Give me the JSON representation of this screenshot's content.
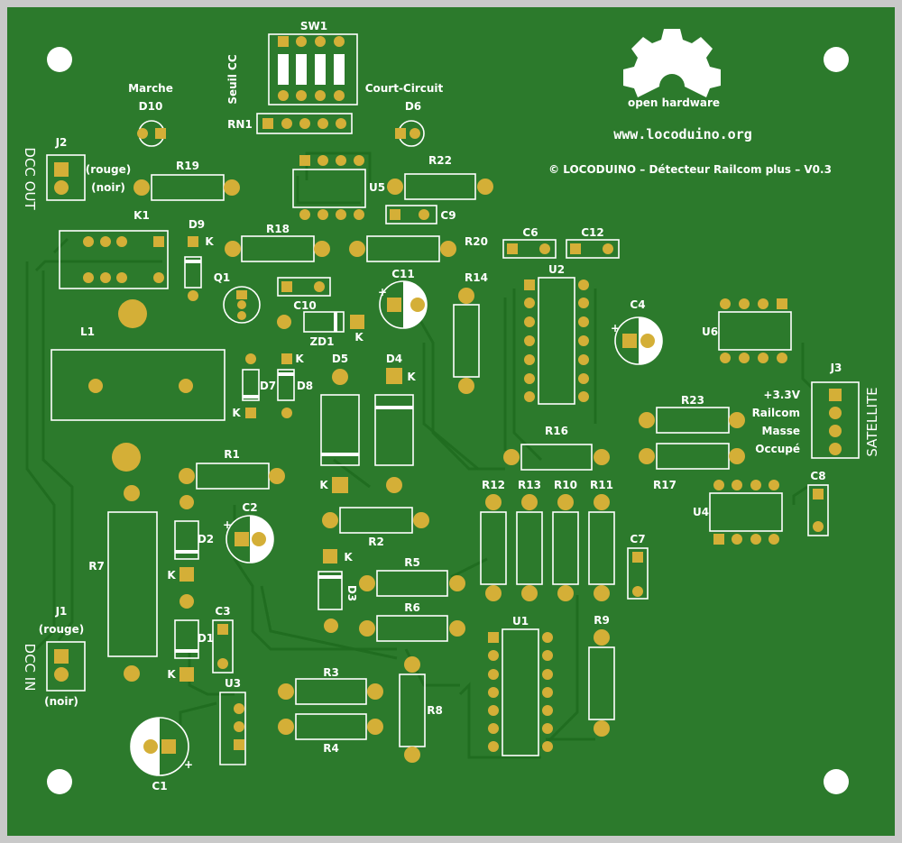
{
  "board": {
    "title": "© LOCODUINO – Détecteur Railcom plus – V0.3",
    "url": "www.locoduino.org",
    "logo_text": "open hardware",
    "colors": {
      "board": "#2c7a2c",
      "silk": "#ffffff",
      "pad": "#d4af37",
      "frame": "#c9c9c9"
    }
  },
  "labels": {
    "sw1": "SW1",
    "seuil": "Seuil CC",
    "court": "Court-Circuit",
    "rn1": "RN1",
    "marche": "Marche",
    "d10": "D10",
    "d6": "D6",
    "j2": "J2",
    "dcc_out": "DCC OUT",
    "rouge": "(rouge)",
    "noir": "(noir)",
    "r19": "R19",
    "u5": "U5",
    "r22": "R22",
    "c9": "C9",
    "k1": "K1",
    "d9": "D9",
    "r18": "R18",
    "r20": "R20",
    "c6": "C6",
    "c12": "C12",
    "u2": "U2",
    "q1": "Q1",
    "c11": "C11",
    "r14": "R14",
    "c10": "C10",
    "zd1": "ZD1",
    "c4": "C4",
    "u6": "U6",
    "l1": "L1",
    "d5": "D5",
    "d4": "D4",
    "d7": "D7",
    "d8": "D8",
    "j3": "J3",
    "v33": "+3.3V",
    "railcom": "Railcom",
    "masse": "Masse",
    "occupe": "Occupé",
    "satellite": "SATELLITE",
    "r23": "R23",
    "r16": "R16",
    "r17": "R17",
    "r1": "R1",
    "c8": "C8",
    "u4": "U4",
    "r12": "R12",
    "r13": "R13",
    "r10": "R10",
    "r11": "R11",
    "c2": "C2",
    "r2": "R2",
    "d2": "D2",
    "r7": "R7",
    "c7": "C7",
    "r5": "R5",
    "d3": "D3",
    "r6": "R6",
    "c3": "C3",
    "d1": "D1",
    "u1": "U1",
    "r9": "R9",
    "j1": "J1",
    "dcc_in": "DCC IN",
    "rouge2": "(rouge)",
    "noir2": "(noir)",
    "r3": "R3",
    "r8": "R8",
    "r4": "R4",
    "u3": "U3",
    "c1": "C1",
    "k": "K",
    "plus": "+"
  }
}
